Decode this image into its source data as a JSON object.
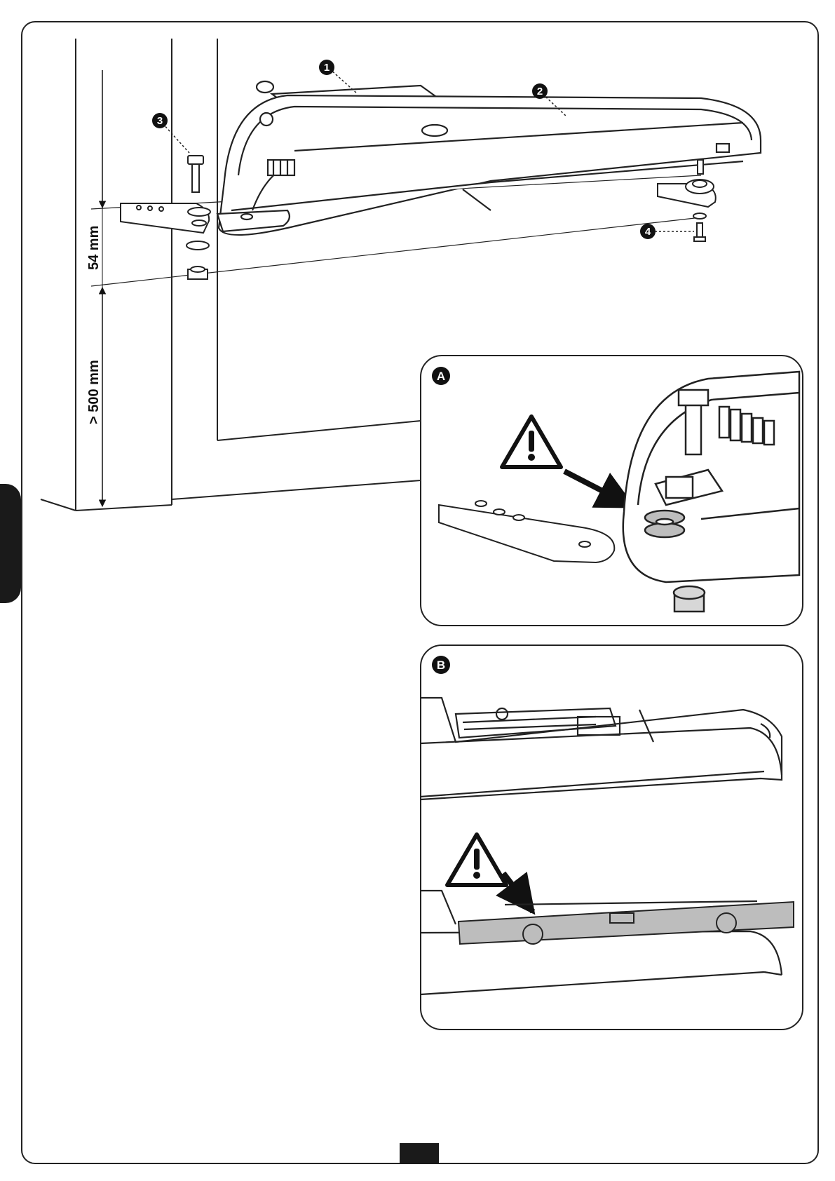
{
  "dimensions": {
    "upper": "54 mm",
    "lower": "> 500 mm"
  },
  "callouts": [
    "1",
    "2",
    "3",
    "4"
  ],
  "insets": {
    "a": {
      "label": "A"
    },
    "b": {
      "label": "B"
    }
  },
  "icons": [
    "warning-triangle-icon"
  ],
  "colors": {
    "line": "#222222",
    "accent_fill": "#1a1a1a",
    "part_shade": "#bdbdbd"
  }
}
